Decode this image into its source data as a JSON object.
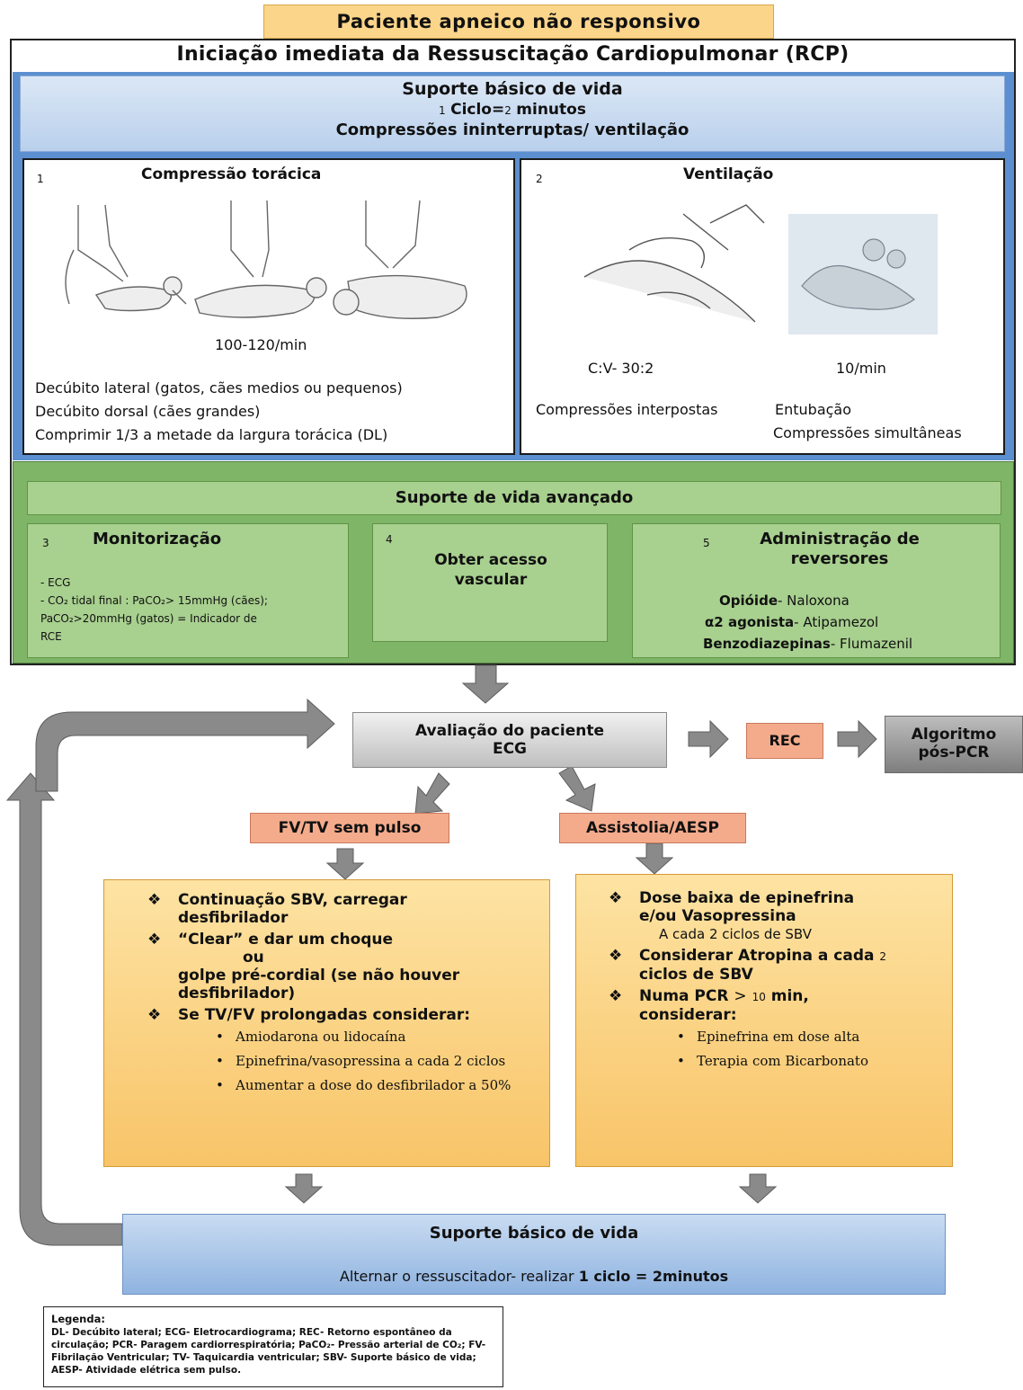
{
  "title": "Paciente apneico não responsivo",
  "subtitle": "Iniciação imediata da Ressuscitação Cardiopulmonar (RCP)",
  "sbv_header": {
    "title": "Suporte básico de vida",
    "cycle_num": "1",
    "cycle_text": "Ciclo=",
    "cycle_value": "2",
    "cycle_unit": "minutos",
    "line3": "Compressões ininterruptas/ ventilação"
  },
  "compression": {
    "number": "1",
    "title": "Compressão torácica",
    "rate": "100-120/min",
    "lines": [
      "Decúbito lateral (gatos, cães medios ou pequenos)",
      "Decúbito dorsal (cães grandes)",
      "Comprimir 1/3 a metade da largura torácica (DL)"
    ]
  },
  "ventilation": {
    "number": "2",
    "title": "Ventilação",
    "ratio": "C:V- 30:2",
    "rate": "10/min",
    "left_text": "Compressões interpostas",
    "right_line1": "Entubação",
    "right_line2": "Compressões simultâneas"
  },
  "advanced": {
    "title": "Suporte de vida avançado",
    "monitor": {
      "number": "3",
      "title": "Monitorização",
      "line1": "- ECG",
      "line2": "- CO₂ tidal final : PaCO₂> 15mmHg (cães);",
      "line3": "PaCO₂>20mmHg (gatos) = Indicador de",
      "line4": "RCE"
    },
    "access": {
      "number": "4",
      "line1": "Obter acesso",
      "line2": "vascular"
    },
    "reversal": {
      "number": "5",
      "line1": "Administração de",
      "line2": "reversores",
      "items": [
        {
          "bold": "Opióide",
          "rest": "- Naloxona"
        },
        {
          "bold": "α2 agonista",
          "rest": "- Atipamezol"
        },
        {
          "bold": "Benzodiazepinas",
          "rest": "- Flumazenil"
        }
      ]
    }
  },
  "assessment": {
    "line1": "Avaliação do paciente",
    "line2": "ECG"
  },
  "rec": "REC",
  "post": {
    "line1": "Algoritmo",
    "line2": "pós-PCR"
  },
  "fv_label": "FV/TV sem pulso",
  "asys_label": "Assistolia/AESP",
  "fv_box": {
    "b1a": "Continuação SBV, carregar",
    "b1b": "desfibrilador",
    "b2a": "“Clear” e dar um choque",
    "b2b": "ou",
    "b2c": "golpe pré-cordial (se não houver",
    "b2d": "desfibrilador)",
    "b3": "Se TV/FV prolongadas considerar:",
    "s1": "Amiodarona ou lidocaína",
    "s2": "Epinefrina/vasopressina a cada 2 ciclos",
    "s3": "Aumentar a dose do desfibrilador a 50%"
  },
  "asys_box": {
    "b1a": "Dose baixa de epinefrina",
    "b1b": "e/ou Vasopressina",
    "b1c": "A cada 2 ciclos de SBV",
    "b2a": "Considerar Atropina a cada",
    "b2num": "2",
    "b2b": "ciclos de SBV",
    "b3a": "Numa PCR",
    "b3gt": ">",
    "b3num": "10",
    "b3min": "min,",
    "b3b": "considerar:",
    "s1": "Epinefrina em dose alta",
    "s2": "Terapia com Bicarbonato"
  },
  "sbv_bottom": {
    "title": "Suporte básico de vida",
    "text_a": "Alternar o ressuscitador- realizar ",
    "text_b": "1 ciclo = 2minutos"
  },
  "legend": {
    "title": "Legenda:",
    "text": "DL- Decúbito lateral; ECG- Eletrocardiograma; REC- Retorno espontâneo da circulação; PCR- Paragem cardiorrespiratória; PaCO₂- Pressão arterial de CO₂; FV- Fibrilação Ventricular; TV- Taquicardia ventricular; SBV- Suporte básico de vida; AESP- Atividade elétrica sem pulso."
  },
  "colors": {
    "title_fill": "#fbd58a",
    "blue_band": "#5b8fd0",
    "green_band": "#7fb567",
    "green_box": "#a8d08f",
    "salmon": "#f4ab8c",
    "orange": "#f8c468",
    "arrow_gray": "#8a8a8a"
  }
}
